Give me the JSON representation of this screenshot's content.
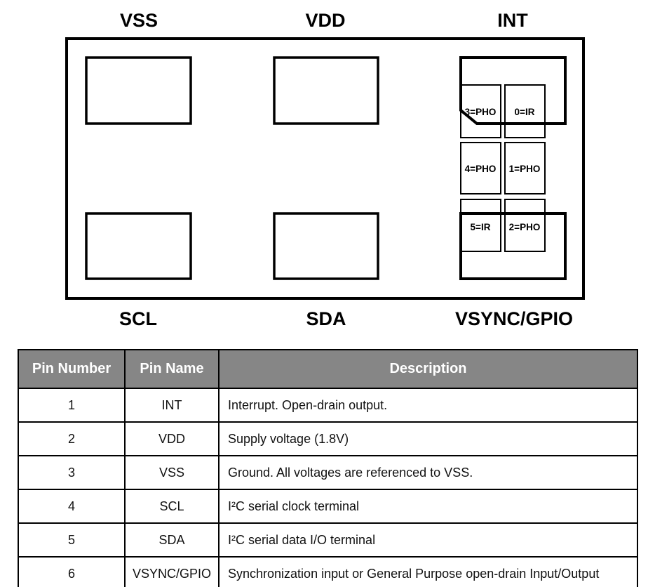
{
  "colors": {
    "line": "#000000",
    "header_bg": "#868686",
    "header_text": "#ffffff"
  },
  "figure": {
    "top_labels": [
      {
        "label": "VSS"
      },
      {
        "label": "VDD"
      },
      {
        "label": "INT"
      }
    ],
    "bottom_labels": [
      {
        "label": "SCL"
      },
      {
        "label": "SDA"
      },
      {
        "label": "VSYNC/GPIO"
      }
    ],
    "cells": [
      {
        "label": "3=PHO"
      },
      {
        "label": "0=IR"
      },
      {
        "label": "4=PHO"
      },
      {
        "label": "1=PHO"
      },
      {
        "label": "5=IR"
      },
      {
        "label": "2=PHO"
      }
    ]
  },
  "table": {
    "headers": [
      "Pin Number",
      "Pin Name",
      "Description"
    ],
    "rows": [
      [
        "1",
        "INT",
        "Interrupt. Open-drain output."
      ],
      [
        "2",
        "VDD",
        "Supply voltage (1.8V)"
      ],
      [
        "3",
        "VSS",
        "Ground. All voltages are referenced to VSS."
      ],
      [
        "4",
        "SCL",
        "I²C serial clock terminal"
      ],
      [
        "5",
        "SDA",
        "I²C serial data I/O terminal"
      ],
      [
        "6",
        "VSYNC/GPIO",
        "Synchronization input or General Purpose open-drain Input/Output"
      ]
    ]
  }
}
